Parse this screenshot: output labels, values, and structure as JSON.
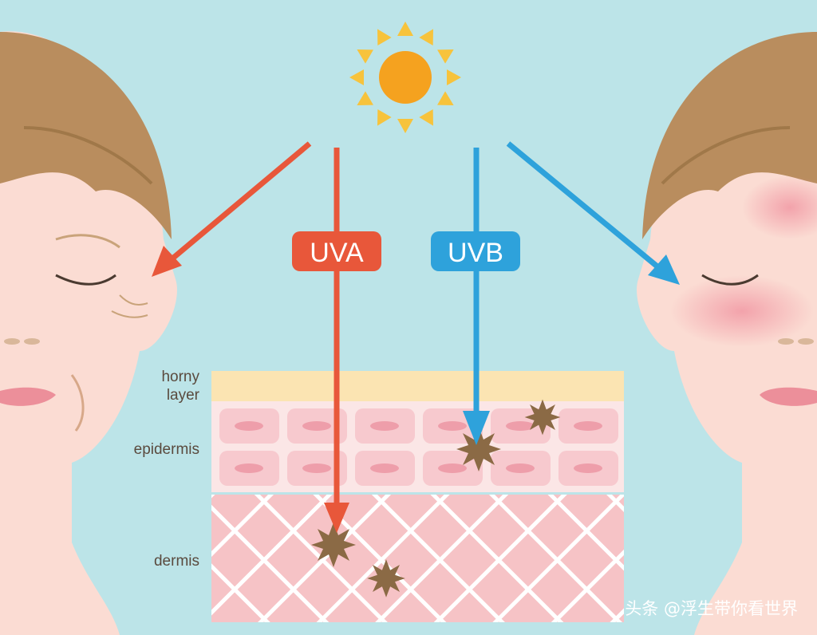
{
  "labels": {
    "horny_line1": "horny",
    "horny_line2": "layer",
    "epidermis": "epidermis",
    "dermis": "dermis",
    "uva": "UVA",
    "uvb": "UVB"
  },
  "watermark": "头条 @浮生带你看世界",
  "colors": {
    "background": "#bce4e8",
    "uva": "#e8573a",
    "uvb": "#2ea2db",
    "sun": "#f5a21f",
    "horny_layer": "#fbe4b2",
    "epidermis": "#f7cbd0",
    "dermis": "#f6c3c6",
    "damage": "#8b6a45"
  }
}
